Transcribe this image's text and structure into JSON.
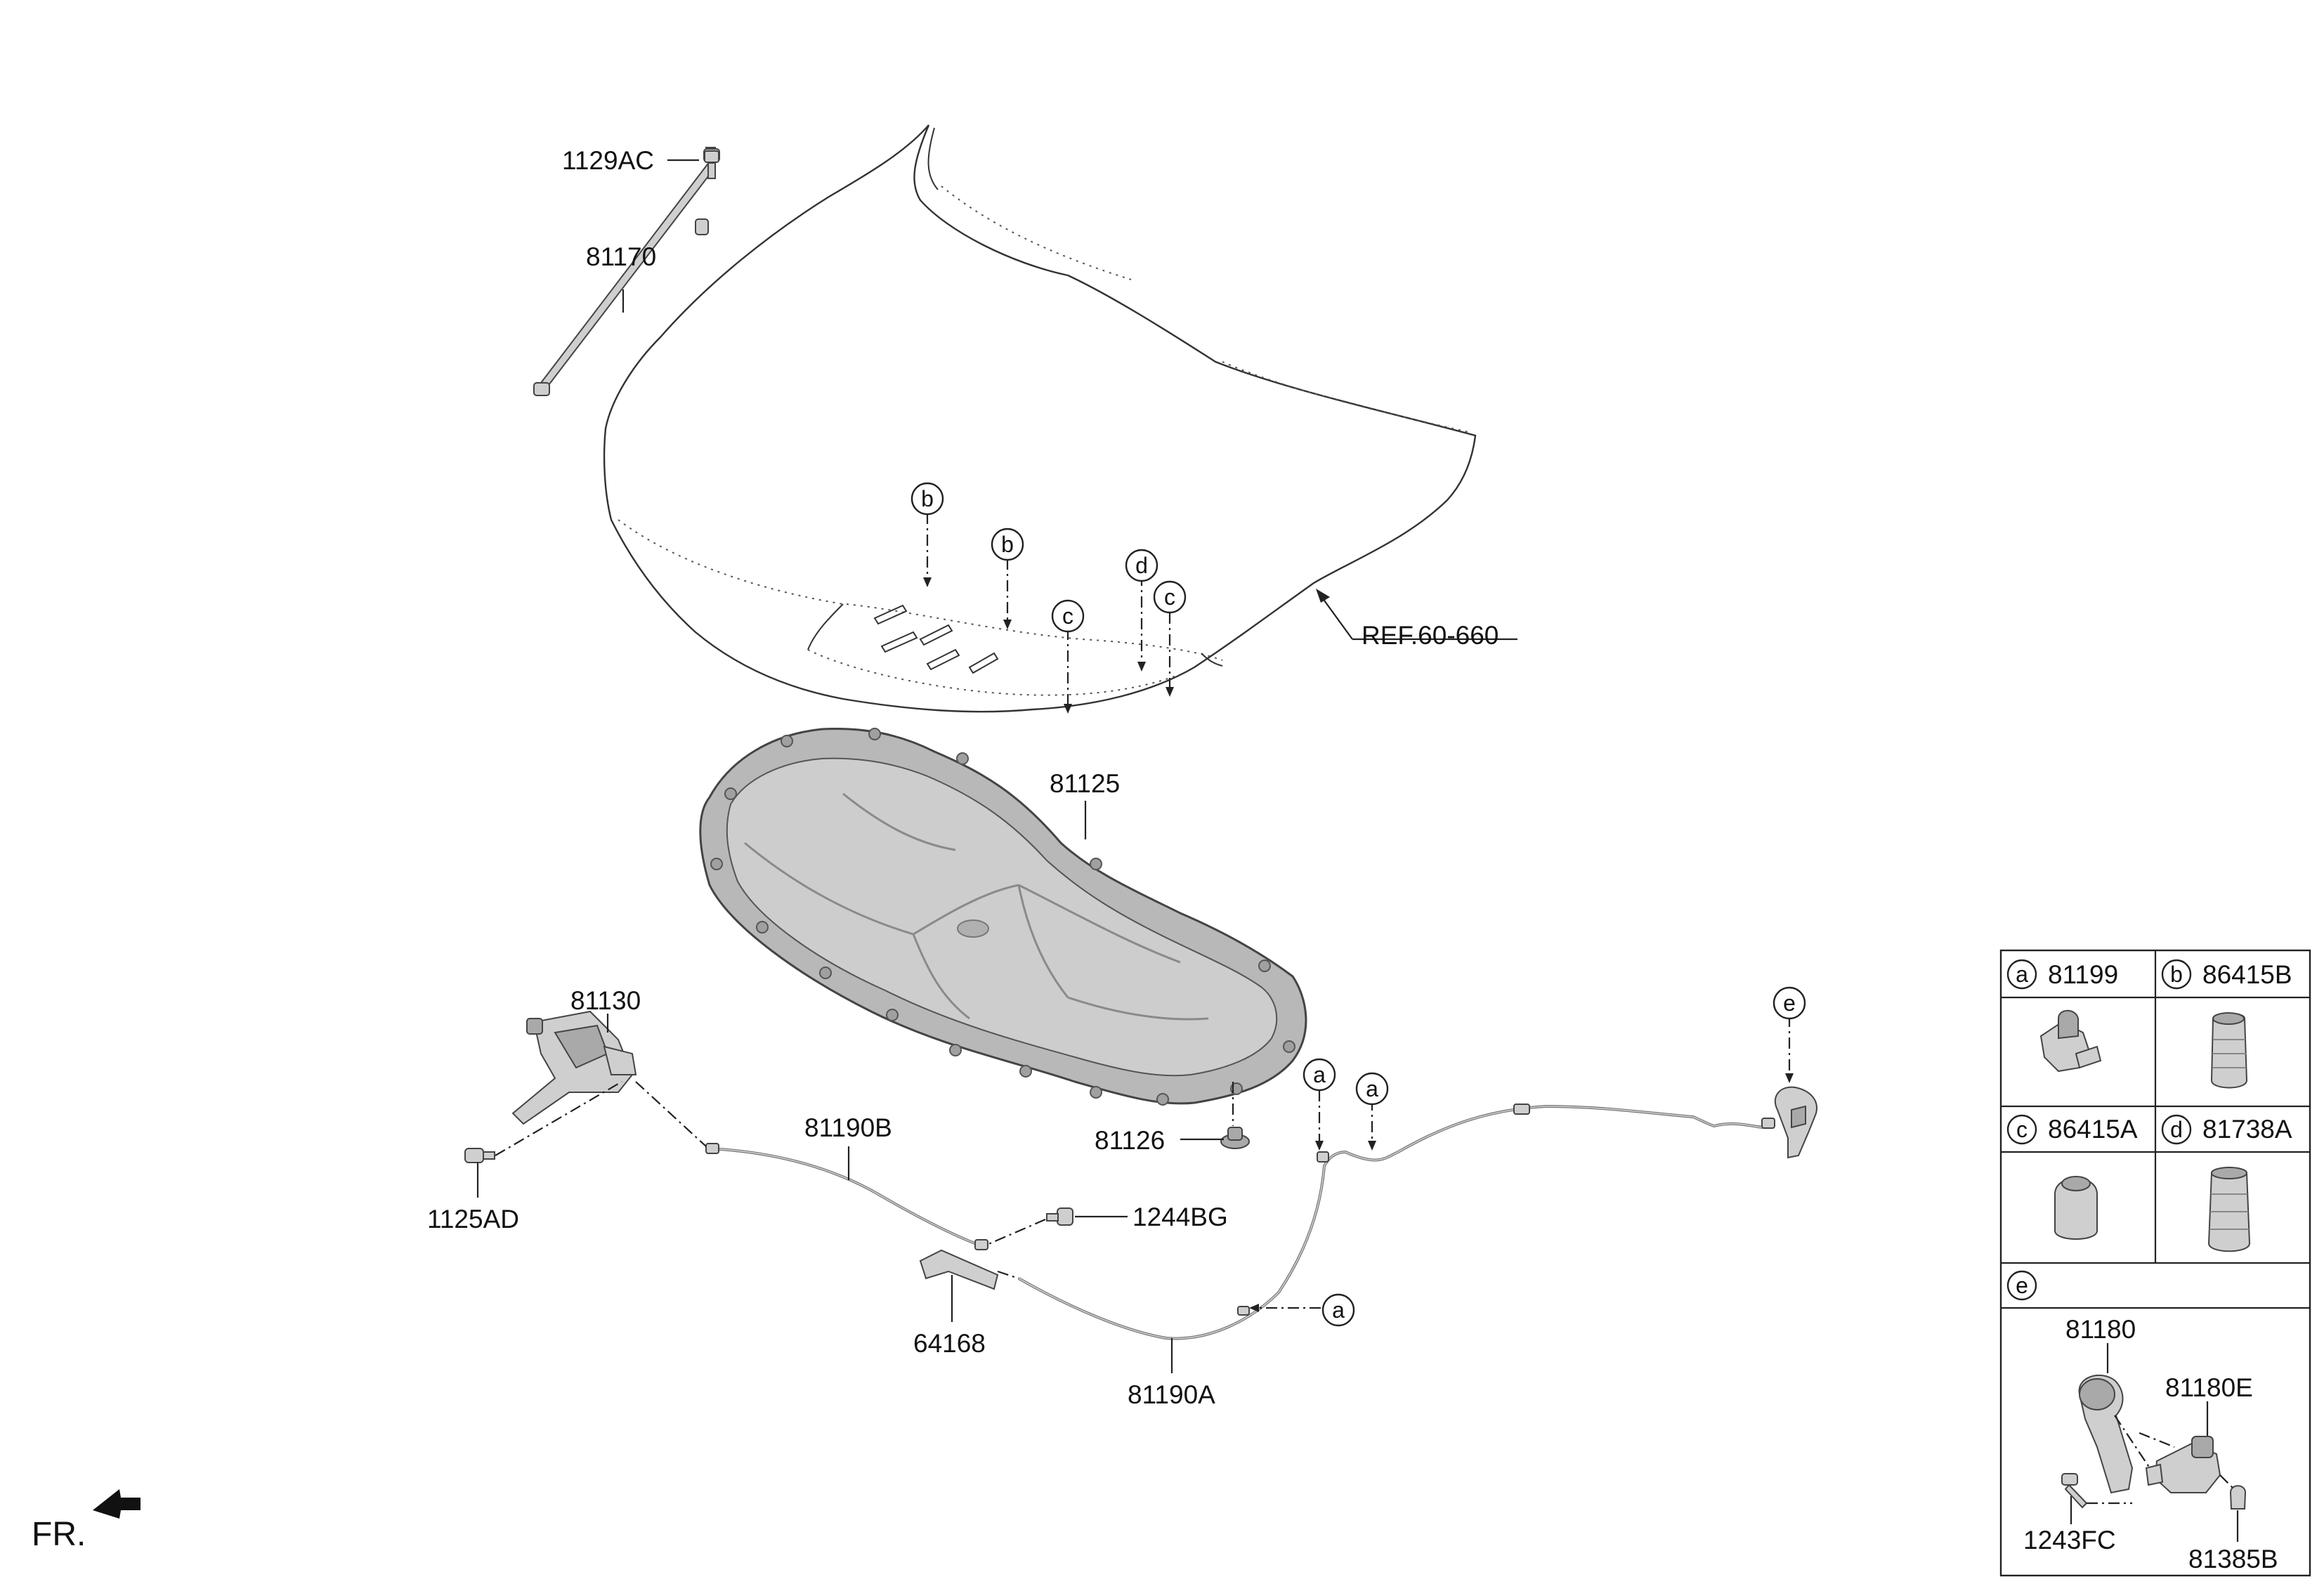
{
  "labels": {
    "p1129AC": "1129AC",
    "p81170": "81170",
    "ref": "REF.60-660",
    "p81125": "81125",
    "p81130": "81130",
    "p1125AD": "1125AD",
    "p81190B": "81190B",
    "p1244BG": "1244BG",
    "p64168": "64168",
    "p81190A": "81190A",
    "p81126": "81126",
    "fr": "FR."
  },
  "callouts": {
    "a": "a",
    "b": "b",
    "c": "c",
    "d": "d",
    "e": "e"
  },
  "legend": {
    "a_part": "81199",
    "b_part": "86415B",
    "c_part": "86415A",
    "d_part": "81738A",
    "e_parts": {
      "p81180": "81180",
      "p81180E": "81180E",
      "p1243FC": "1243FC",
      "p81385B": "81385B"
    }
  }
}
